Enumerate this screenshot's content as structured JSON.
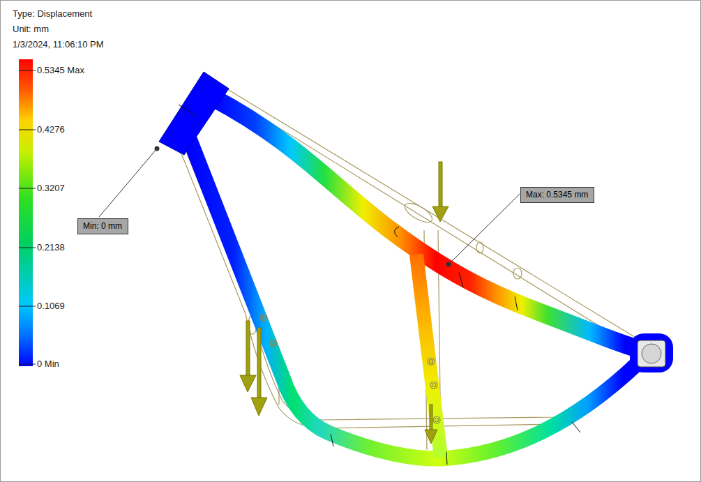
{
  "diagram": {
    "nodes": [
      {
        "text": [
          "Min: 0 mm"
        ]
      },
      {
        "text": [
          "Max: 0.5345 mm"
        ]
      }
    ],
    "labels": [
      "Type: Displacement",
      "Unit: mm",
      "1/3/2024, 11:06:10 PM",
      "0.5345 Max",
      "0.4276",
      "0.3207",
      "0.2138",
      "0.1069",
      "0 Min"
    ]
  }
}
